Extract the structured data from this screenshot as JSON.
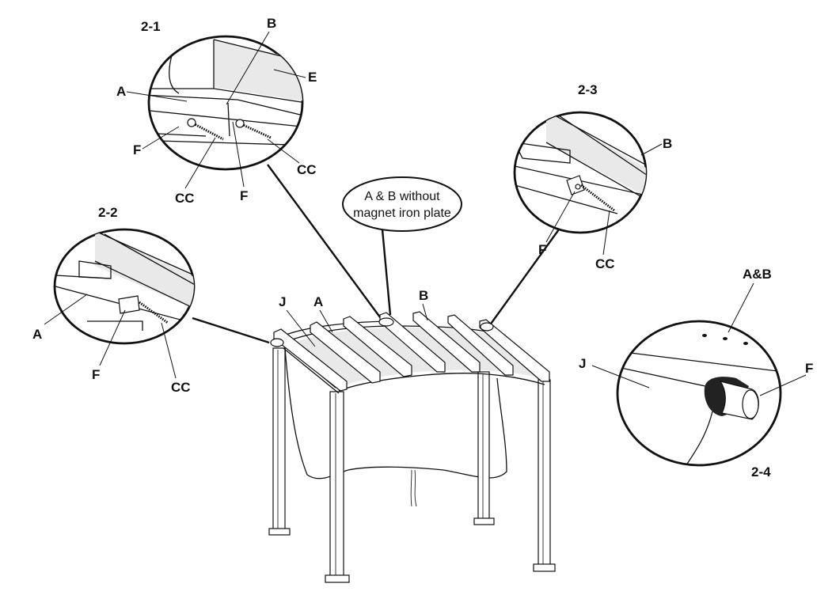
{
  "callouts": {
    "detail_2_1": {
      "title": "2-1",
      "labels": [
        "B",
        "E",
        "A",
        "F",
        "CC",
        "CC",
        "F"
      ]
    },
    "detail_2_2": {
      "title": "2-2",
      "labels": [
        "A",
        "F",
        "CC"
      ]
    },
    "detail_2_3": {
      "title": "2-3",
      "labels": [
        "B",
        "F",
        "CC"
      ]
    },
    "detail_2_4": {
      "title": "2-4",
      "labels": [
        "A&B",
        "J",
        "F"
      ]
    }
  },
  "note": {
    "line1": "A & B without",
    "line2": "magnet iron plate"
  },
  "main_labels": {
    "j": "J",
    "a": "A",
    "b": "B"
  }
}
